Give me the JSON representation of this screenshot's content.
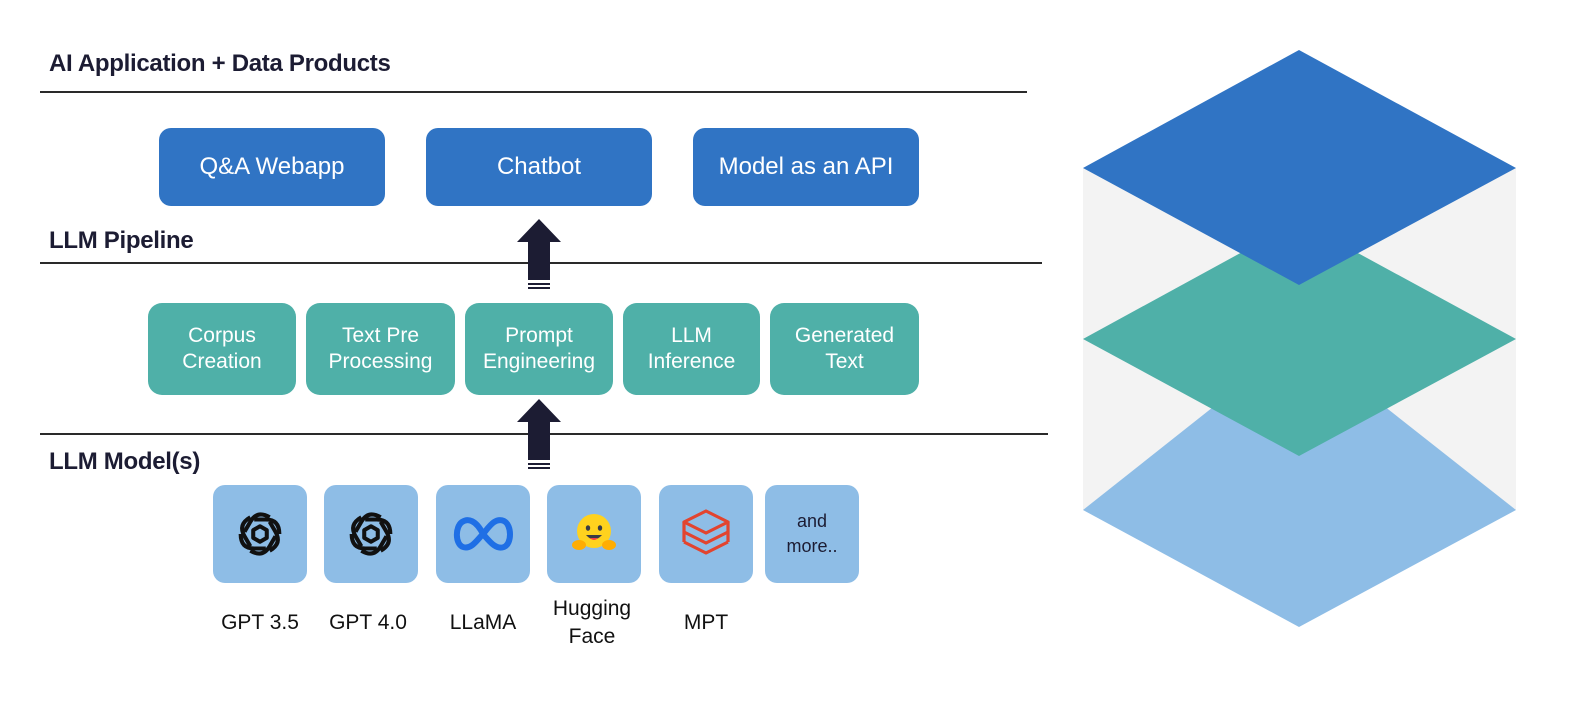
{
  "sections": {
    "applications": {
      "title": "AI Application + Data Products"
    },
    "pipeline": {
      "title": "LLM Pipeline"
    },
    "models": {
      "title": "LLM Model(s)"
    }
  },
  "applications": [
    "Q&A Webapp",
    "Chatbot",
    "Model as an API"
  ],
  "pipeline_steps": [
    "Corpus\nCreation",
    "Text Pre\nProcessing",
    "Prompt\nEngineering",
    "LLM\nInference",
    "Generated\nText"
  ],
  "models": [
    {
      "label": "GPT 3.5",
      "icon": "openai-icon"
    },
    {
      "label": "GPT 4.0",
      "icon": "openai-icon"
    },
    {
      "label": "LLaMA",
      "icon": "meta-icon"
    },
    {
      "label": "Hugging\nFace",
      "icon": "hugging-face-icon"
    },
    {
      "label": "MPT",
      "icon": "databricks-icon"
    },
    {
      "label": "",
      "icon": "",
      "text": "and\nmore.."
    }
  ],
  "colors": {
    "app_blue": "#3074c4",
    "pipeline_teal": "#4fb0a8",
    "model_light_blue": "#8ebde6",
    "arrow": "#1c1c33"
  }
}
